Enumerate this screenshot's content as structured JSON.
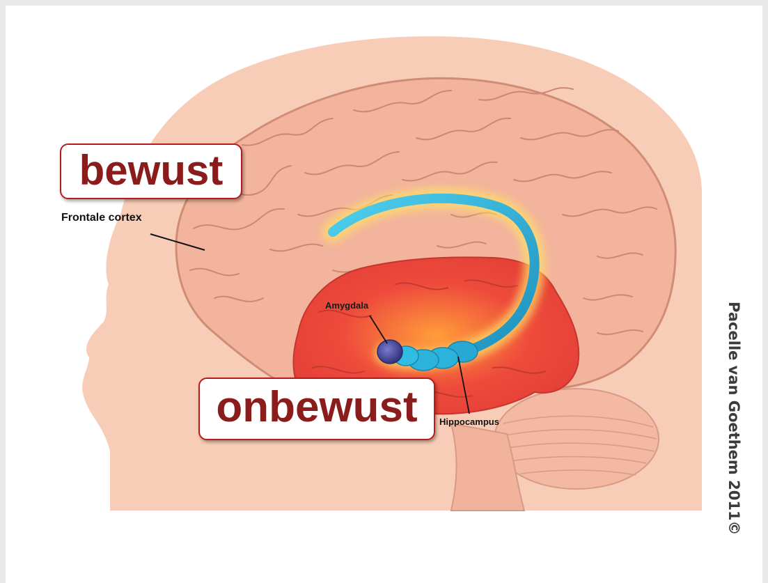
{
  "labels": {
    "conscious": "bewust",
    "unconscious": "onbewust",
    "frontal_cortex": "Frontale cortex",
    "amygdala": "Amygdala",
    "hippocampus": "Hippocampus"
  },
  "credit": "Pacelle van Goethem 2011©",
  "colors": {
    "skin": "#f8cdb7",
    "brain": "#f0b29b",
    "limbic": "#e8433b",
    "hippocampus": "#29b6d9",
    "amygdala": "#4a4aa0",
    "label_text": "#8b1c1c",
    "label_border": "#b71c1c"
  }
}
